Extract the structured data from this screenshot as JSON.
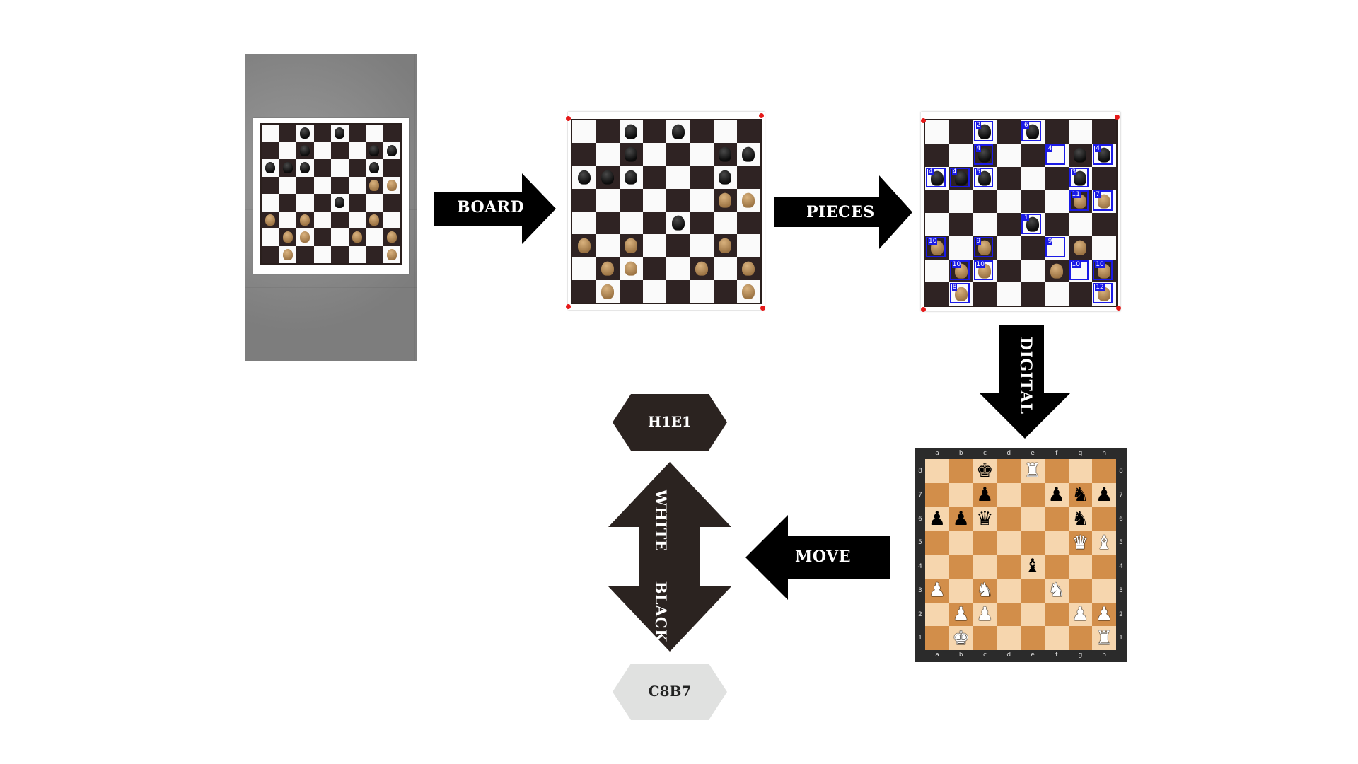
{
  "pipeline": {
    "step_board": "BOARD",
    "step_pieces": "PIECES",
    "step_digital": "DIGITAL",
    "step_move": "MOVE",
    "turn_white": "WHITE",
    "turn_black": "BLACK",
    "move_white": "H1E1",
    "move_black": "C8B7"
  },
  "colors": {
    "arrow": "#000000",
    "hex_dark": "#2b2320",
    "hex_light": "#e0e1e0",
    "bbox": "#1a1ae6",
    "corner_dot": "#e61919",
    "digital_light": "#f6d6ae",
    "digital_dark": "#d28e4a"
  },
  "detections": [
    {
      "label": "2"
    },
    {
      "label": "6"
    },
    {
      "label": "4"
    },
    {
      "label": "4"
    },
    {
      "label": "4"
    },
    {
      "label": "4"
    },
    {
      "label": "5"
    },
    {
      "label": "3"
    },
    {
      "label": "4"
    },
    {
      "label": "11"
    },
    {
      "label": "7"
    },
    {
      "label": "1"
    },
    {
      "label": "10"
    },
    {
      "label": "9"
    },
    {
      "label": "9"
    },
    {
      "label": "10"
    },
    {
      "label": "10"
    },
    {
      "label": "10"
    },
    {
      "label": "10"
    },
    {
      "label": "8"
    },
    {
      "label": "12"
    }
  ],
  "digital_board": {
    "files": [
      "a",
      "b",
      "c",
      "d",
      "e",
      "f",
      "g",
      "h"
    ],
    "ranks": [
      "8",
      "7",
      "6",
      "5",
      "4",
      "3",
      "2",
      "1"
    ],
    "rows": [
      [
        "",
        "",
        "bk",
        "",
        "wr",
        "",
        "",
        ""
      ],
      [
        "",
        "",
        "bp",
        "",
        "",
        "bp",
        "bn",
        "bp"
      ],
      [
        "bp",
        "bp",
        "bq",
        "",
        "",
        "",
        "bn",
        ""
      ],
      [
        "",
        "",
        "",
        "",
        "",
        "",
        "wq",
        "wb"
      ],
      [
        "",
        "",
        "",
        "",
        "bb",
        "",
        "",
        ""
      ],
      [
        "wp",
        "",
        "wn",
        "",
        "",
        "wn",
        "",
        ""
      ],
      [
        "",
        "wp",
        "wp",
        "",
        "",
        "",
        "wp",
        "wp"
      ],
      [
        "",
        "wk",
        "",
        "",
        "",
        "",
        "",
        "wr"
      ]
    ]
  },
  "piece_glyphs": {
    "k": "♚",
    "q": "♛",
    "r": "♜",
    "b": "♝",
    "n": "♞",
    "p": "♟"
  }
}
